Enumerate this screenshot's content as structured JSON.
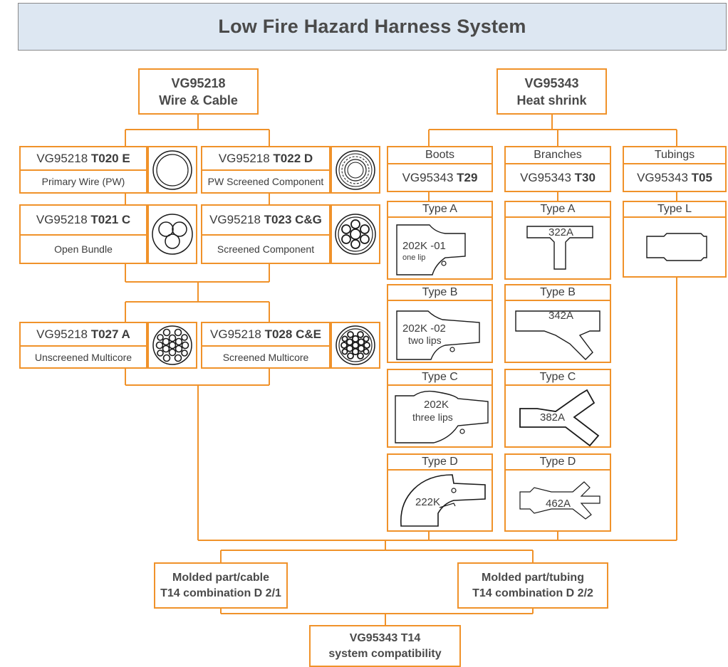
{
  "title": "Low Fire Hazard Harness System",
  "wire": {
    "code": "VG95218",
    "name": "Wire & Cable",
    "items": [
      {
        "prefix": "VG95218 ",
        "type": "T020 E",
        "desc": "Primary Wire (PW)",
        "icon": "single-conductor-icon"
      },
      {
        "prefix": "VG95218 ",
        "type": "T022 D",
        "desc": "PW Screened Component",
        "icon": "screened-conductor-icon"
      },
      {
        "prefix": "VG95218 ",
        "type": "T021 C",
        "desc": "Open Bundle",
        "icon": "three-conductor-bundle-icon"
      },
      {
        "prefix": "VG95218 ",
        "type": "T023 C&G",
        "desc": "Screened Component",
        "icon": "screened-bundle-icon"
      },
      {
        "prefix": "VG95218 ",
        "type": "T027 A",
        "desc": "Unscreened Multicore",
        "icon": "unscreened-multicore-icon"
      },
      {
        "prefix": "VG95218 ",
        "type": "T028 C&E",
        "desc": "Screened Multicore",
        "icon": "screened-multicore-icon"
      }
    ]
  },
  "shrink": {
    "code": "VG95343",
    "name": "Heat shrink",
    "boots": {
      "label": "Boots",
      "prefix": "VG95343 ",
      "code": "T29",
      "types": [
        {
          "label": "Type A",
          "part": "202K -01",
          "note": "one lip"
        },
        {
          "label": "Type B",
          "part": "202K -02",
          "note": "two lips"
        },
        {
          "label": "Type C",
          "part": "202K",
          "note": "three lips"
        },
        {
          "label": "Type D",
          "part": "222K",
          "note": ""
        }
      ]
    },
    "branches": {
      "label": "Branches",
      "prefix": "VG95343 ",
      "code": "T30",
      "types": [
        {
          "label": "Type A",
          "part": "322A"
        },
        {
          "label": "Type B",
          "part": "342A"
        },
        {
          "label": "Type C",
          "part": "382A"
        },
        {
          "label": "Type D",
          "part": "462A"
        }
      ]
    },
    "tubings": {
      "label": "Tubings",
      "prefix": "VG95343 ",
      "code": "T05",
      "types": [
        {
          "label": "Type L"
        }
      ]
    }
  },
  "molded": {
    "cable": {
      "line1": "Molded part/cable",
      "line2": "T14 combination D 2/1"
    },
    "tubing": {
      "line1": "Molded part/tubing",
      "line2": "T14 combination D 2/2"
    }
  },
  "system": {
    "line1": "VG95343 T14",
    "line2": "system compatibility"
  },
  "colors": {
    "accent": "#f0922a",
    "header_bg": "#dde7f2",
    "text": "#3c3c3c",
    "outline": "#1a1a1a"
  }
}
